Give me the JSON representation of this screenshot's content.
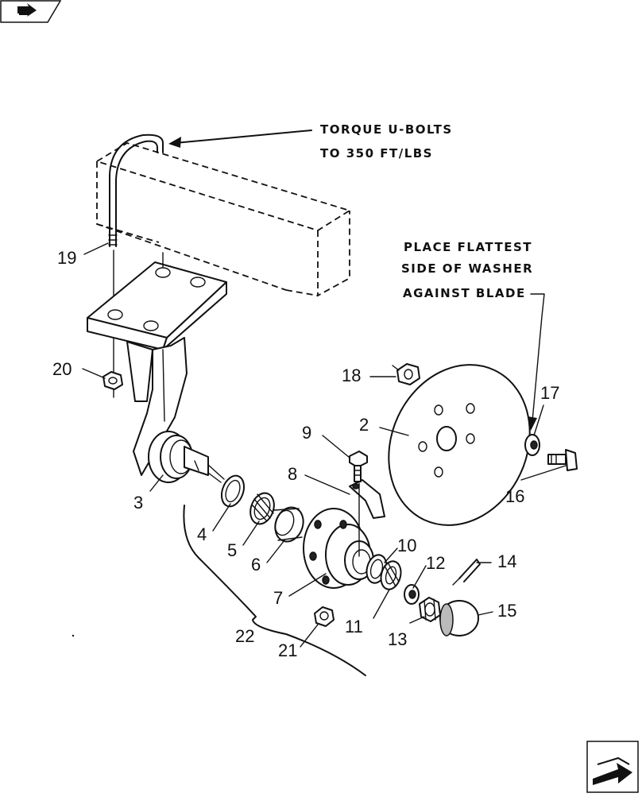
{
  "notes": {
    "torque_line1": "TORQUE U-BOLTS",
    "torque_line2": "TO 350 FT/LBS",
    "washer_line1": "PLACE FLATTEST",
    "washer_line2": "SIDE OF WASHER",
    "washer_line3": "AGAINST BLADE"
  },
  "callouts": {
    "c2": "2",
    "c3": "3",
    "c4": "4",
    "c5": "5",
    "c6": "6",
    "c7": "7",
    "c8": "8",
    "c9": "9",
    "c10": "10",
    "c11": "11",
    "c12": "12",
    "c13": "13",
    "c14": "14",
    "c15": "15",
    "c16": "16",
    "c17": "17",
    "c18": "18",
    "c19": "19",
    "c20": "20",
    "c21": "21",
    "c22": "22"
  },
  "icons": {
    "top_left": "back-arrow-icon",
    "bottom_right": "next-page-arrow-icon"
  }
}
